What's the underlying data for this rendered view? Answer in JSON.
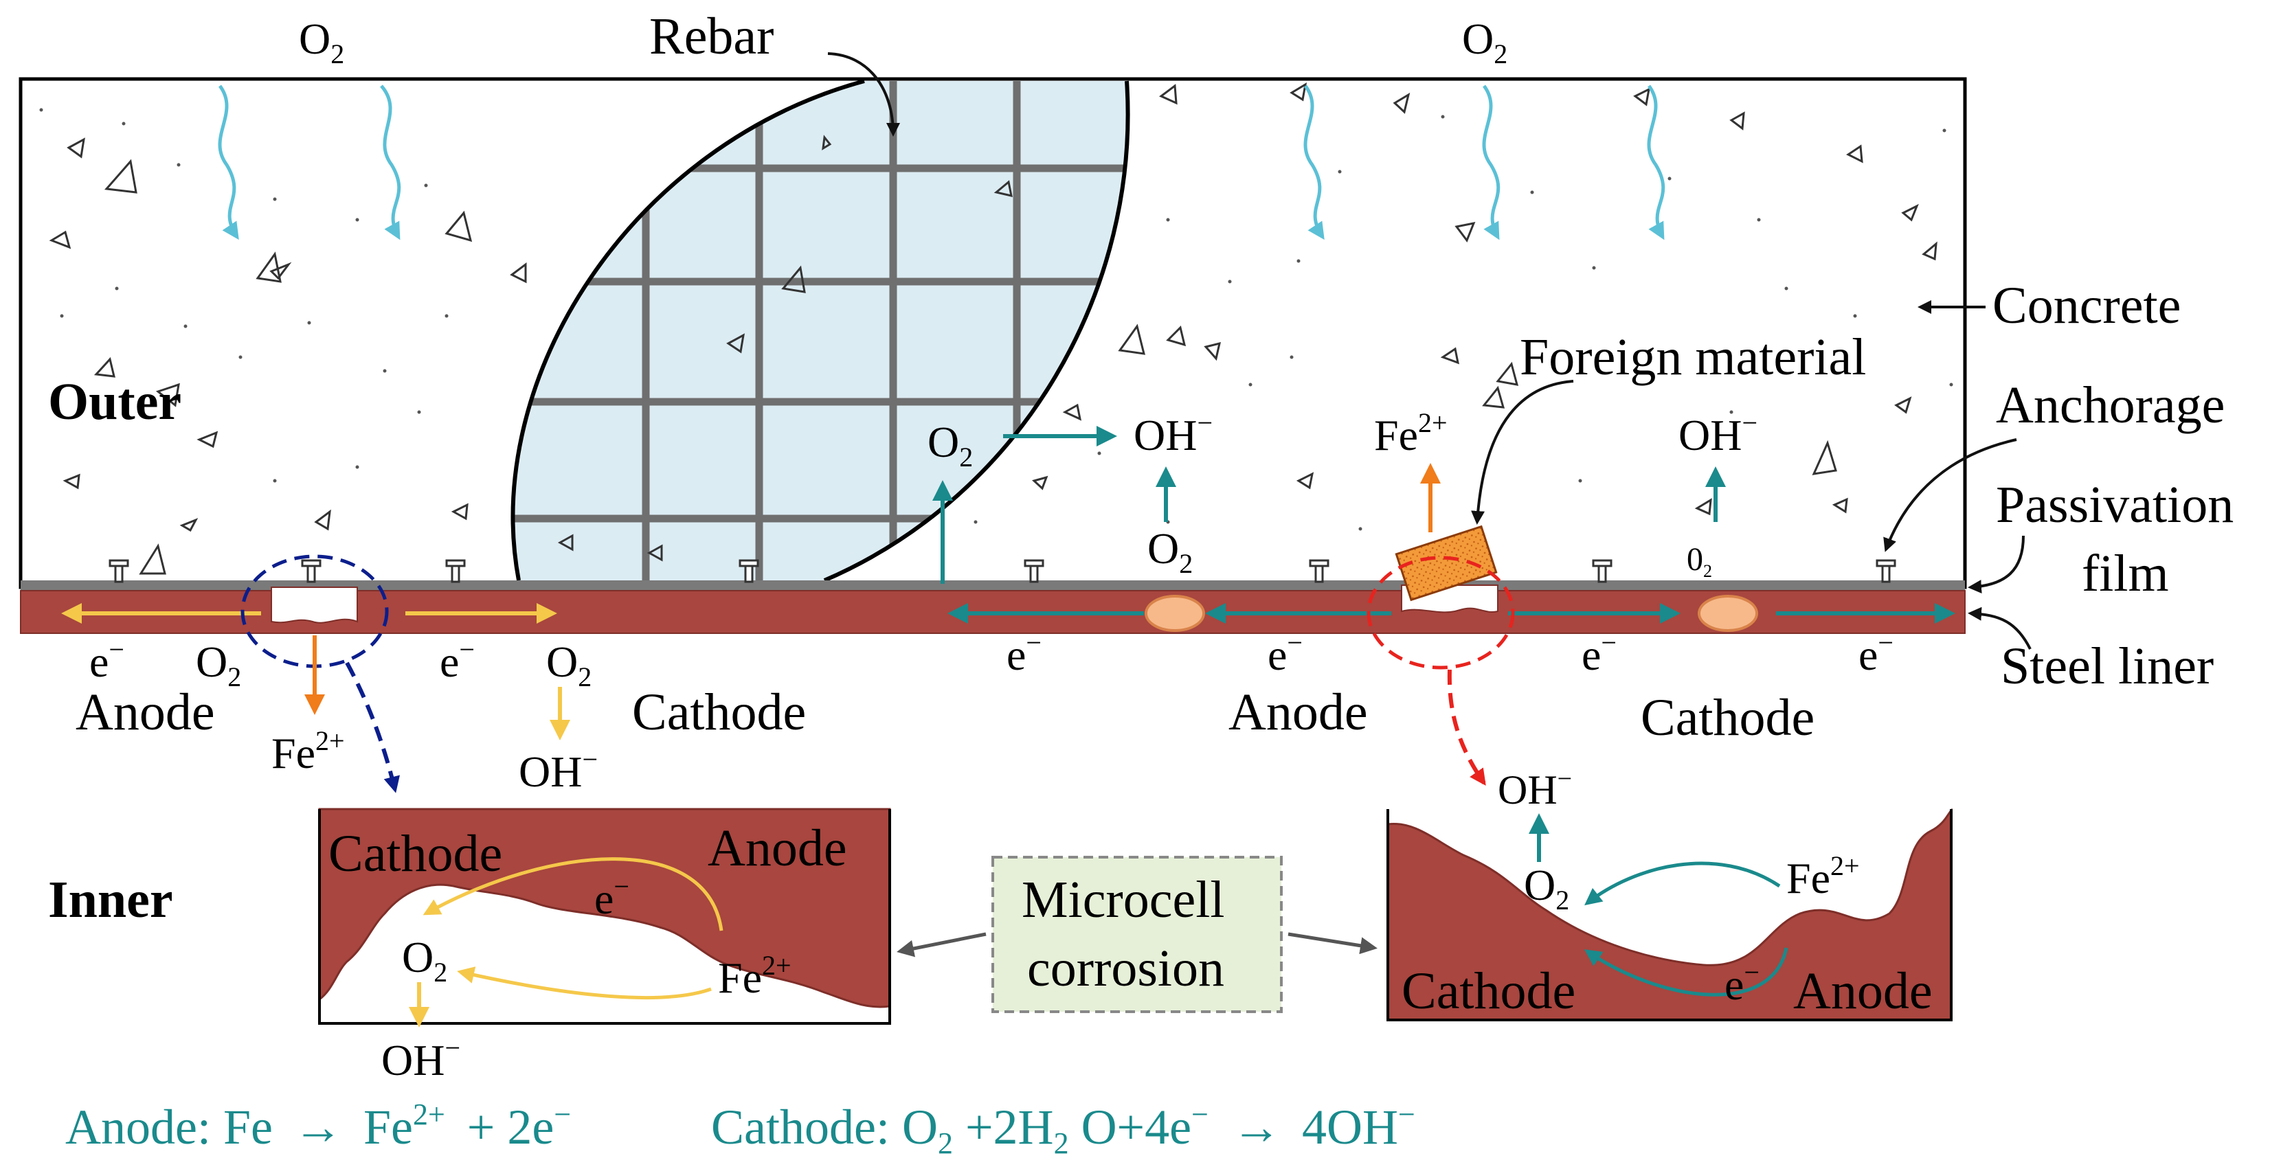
{
  "labels": {
    "o2": "O",
    "o2_sub": "2",
    "rebar": "Rebar",
    "concrete": "Concrete",
    "foreign_material": "Foreign material",
    "anchorage": "Anchorage",
    "passivation_line1": "Passivation",
    "passivation_line2": "film",
    "steel_liner": "Steel liner",
    "outer": "Outer",
    "inner": "Inner",
    "anode": "Anode",
    "cathode": "Cathode",
    "electron": "e",
    "minus": "−",
    "oh": "OH",
    "fe": "Fe",
    "fe_charge": "2+",
    "zero_glyph": "0",
    "zero_sub": "2",
    "microcell_line1": "Microcell",
    "microcell_line2": "corrosion"
  },
  "equations": {
    "anode_prefix": "Anode: Fe",
    "anode_arrow": "→",
    "anode_fe": "Fe",
    "anode_charge": "2+",
    "anode_rest": "+ 2e",
    "anode_minus": "−",
    "cathode_prefix": "Cathode: O",
    "cathode_sub": "2",
    "cathode_mid1": "+2H",
    "cathode_h_sub": "2",
    "cathode_mid2": "O+4e",
    "cathode_minus": "−",
    "cathode_arrow": "→",
    "cathode_rest": "4OH",
    "cathode_rest_minus": "−"
  },
  "colors": {
    "teal": "#1a8a8c",
    "steel": "#a8463f",
    "steel_dark": "#7e2e29",
    "passivation": "#7a7a7a",
    "o2_arrow": "#5bc0d6",
    "orange": "#f07c1a",
    "yellow": "#f5c84a",
    "rebar_fill": "#dcecf3",
    "microcell_fill": "#e6f0d8",
    "red_dash": "#e8231e",
    "blue_dash": "#0b1e8c"
  }
}
